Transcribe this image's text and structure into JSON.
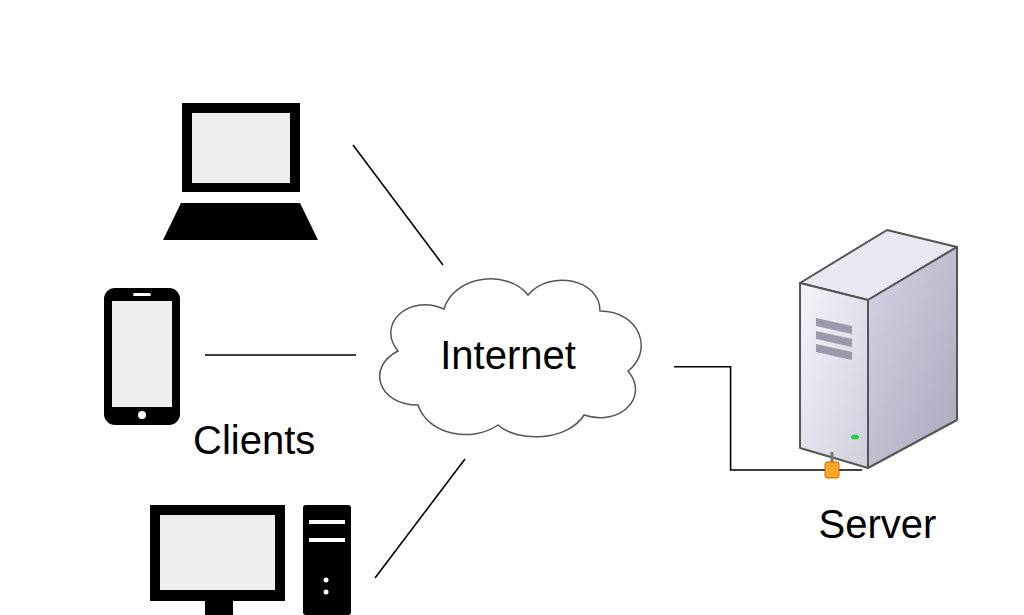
{
  "diagram": {
    "nodes": [
      {
        "text": [
          "Internet"
        ]
      },
      {
        "text": [
          "Server"
        ]
      }
    ],
    "edges": [
      {
        "from": 0,
        "to": 1,
        "arrow": "none"
      }
    ],
    "labels": [
      "Clients"
    ]
  }
}
